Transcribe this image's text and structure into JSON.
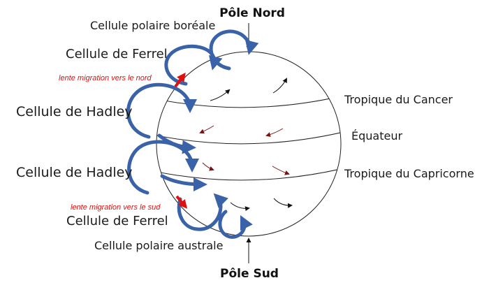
{
  "labels": {
    "north_pole": "Pôle Nord",
    "south_pole": "Pôle Sud",
    "polar_cell_north": "Cellule polaire boréale",
    "ferrel_cell_north": "Cellule de Ferrel",
    "migration_north": "lente migration vers le nord",
    "hadley_cell_north": "Cellule de Hadley",
    "hadley_cell_south": "Cellule de Hadley",
    "migration_south": "lente migration vers le sud",
    "ferrel_cell_south": "Cellule de Ferrel",
    "polar_cell_south": "Cellule polaire australe",
    "tropic_cancer": "Tropique du Cancer",
    "equator": "Équateur",
    "tropic_capricorn": "Tropique du Capricorne"
  },
  "colors": {
    "cell_loop": "#3a62a8",
    "migration": "#e01010",
    "trade_winds": "#7a1414",
    "westerlies": "#111111",
    "globe_outline": "#222222"
  },
  "icons": {
    "cell_loop": "circulation-loop-arrow",
    "migration": "red-arrow",
    "wind": "small-curved-arrow"
  }
}
